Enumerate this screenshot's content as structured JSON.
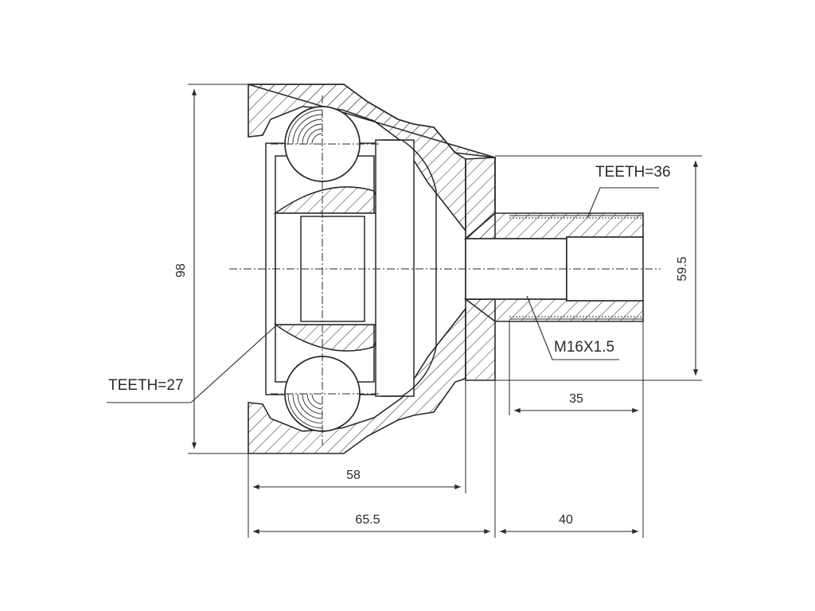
{
  "labels": {
    "teeth_outer": "TEETH=36",
    "teeth_inner": "TEETH=27",
    "thread": "M16X1.5"
  },
  "dimensions": {
    "overall_diameter": "98",
    "spline_diameter": "59.5",
    "body_length": "58",
    "total_body_length": "65.5",
    "stem_length": "40",
    "spline_length": "35"
  },
  "colors": {
    "line": "#2a2a2a",
    "hatch": "#3a3a3a",
    "background": "#ffffff"
  }
}
